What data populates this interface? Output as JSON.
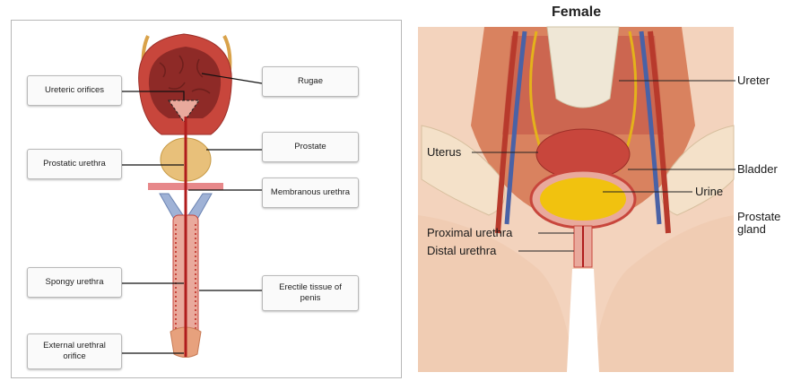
{
  "left_panel": {
    "labels": {
      "ureteric_orifices": "Ureteric orifices",
      "rugae": "Rugae",
      "prostatic_urethra": "Prostatic urethra",
      "prostate": "Prostate",
      "membranous_urethra": "Membranous urethra",
      "spongy_urethra": "Spongy urethra",
      "erectile_tissue": "Erectile tissue of penis",
      "external_urethral_orifice": "External urethral orifice"
    }
  },
  "right_panel": {
    "title": "Female",
    "labels": {
      "ureter": "Ureter",
      "uterus": "Uterus",
      "bladder": "Bladder",
      "urine": "Urine",
      "prostate_gland": "Prostate gland",
      "proximal_urethra": "Proximal urethra",
      "distal_urethra": "Distal urethra"
    }
  },
  "colors": {
    "muscle": "#c8463c",
    "tissue_pink": "#e9a99c",
    "prostate": "#e8c07a",
    "urine": "#f1c20f",
    "skin": "#f3d3bd",
    "ureter_yellow": "#e4b21b",
    "vein_blue": "#4a62a6"
  }
}
